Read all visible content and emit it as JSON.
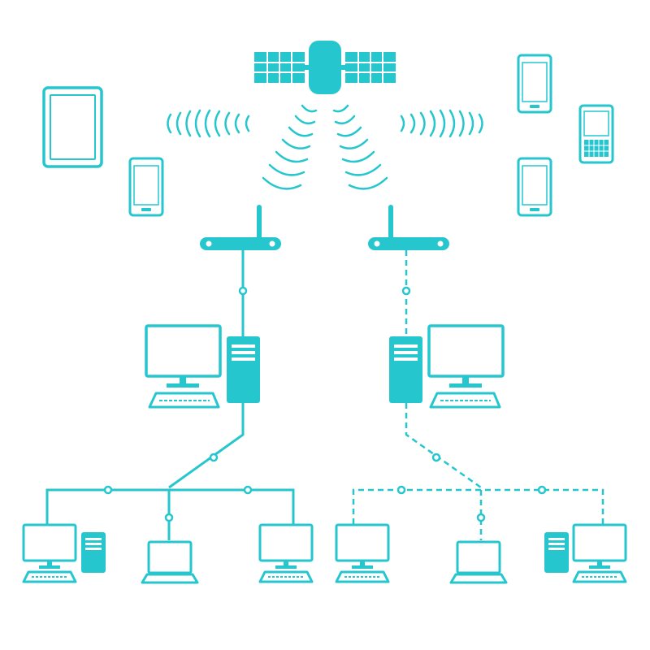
{
  "colors": {
    "accent": "#26c6cf",
    "background": "#ffffff"
  },
  "diagram": {
    "nodes": [
      {
        "id": "satellite",
        "icon": "satellite-icon"
      },
      {
        "id": "router-left",
        "icon": "router-icon"
      },
      {
        "id": "router-right",
        "icon": "router-icon"
      },
      {
        "id": "workstation-left",
        "icon": "desktop-computer-icon"
      },
      {
        "id": "workstation-right",
        "icon": "desktop-computer-icon"
      },
      {
        "id": "client-1",
        "icon": "desktop-computer-icon"
      },
      {
        "id": "client-2",
        "icon": "laptop-icon"
      },
      {
        "id": "client-3",
        "icon": "monitor-icon"
      },
      {
        "id": "client-4",
        "icon": "monitor-icon"
      },
      {
        "id": "client-5",
        "icon": "laptop-icon"
      },
      {
        "id": "client-6",
        "icon": "desktop-computer-icon"
      },
      {
        "id": "tablet",
        "icon": "tablet-icon"
      },
      {
        "id": "phone-left",
        "icon": "smartphone-icon"
      },
      {
        "id": "phone-right-top",
        "icon": "smartphone-icon"
      },
      {
        "id": "keyboard-phone",
        "icon": "keyboard-phone-icon"
      },
      {
        "id": "phone-right-bottom",
        "icon": "smartphone-icon"
      }
    ],
    "connections": [
      {
        "from": "satellite",
        "to": "router-left",
        "style": "wireless"
      },
      {
        "from": "satellite",
        "to": "router-right",
        "style": "wireless"
      },
      {
        "from": "router-left",
        "to": "workstation-left",
        "style": "solid"
      },
      {
        "from": "router-right",
        "to": "workstation-right",
        "style": "dashed"
      },
      {
        "from": "workstation-left",
        "to": "client-1",
        "style": "solid"
      },
      {
        "from": "workstation-left",
        "to": "client-2",
        "style": "solid"
      },
      {
        "from": "workstation-left",
        "to": "client-3",
        "style": "solid"
      },
      {
        "from": "workstation-right",
        "to": "client-4",
        "style": "dashed"
      },
      {
        "from": "workstation-right",
        "to": "client-5",
        "style": "dashed"
      },
      {
        "from": "workstation-right",
        "to": "client-6",
        "style": "dashed"
      }
    ]
  }
}
